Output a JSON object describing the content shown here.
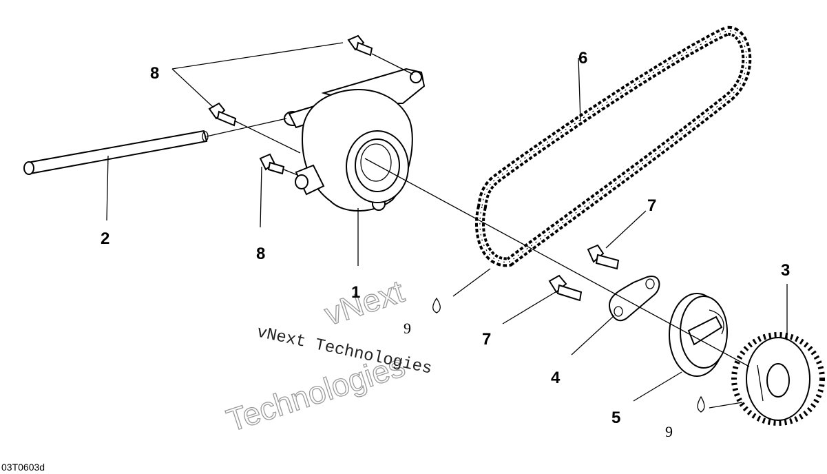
{
  "callouts": {
    "c1": "1",
    "c2": "2",
    "c3": "3",
    "c4": "4",
    "c5": "5",
    "c6": "6",
    "c7a": "7",
    "c7b": "7",
    "c8a": "8",
    "c8b": "8",
    "c9a": "9",
    "c9b": "9"
  },
  "watermark": {
    "text": "vNext Technologies",
    "outline_line1": "vNext",
    "outline_line2": "Technologies"
  },
  "figure_code": "03T0603d"
}
